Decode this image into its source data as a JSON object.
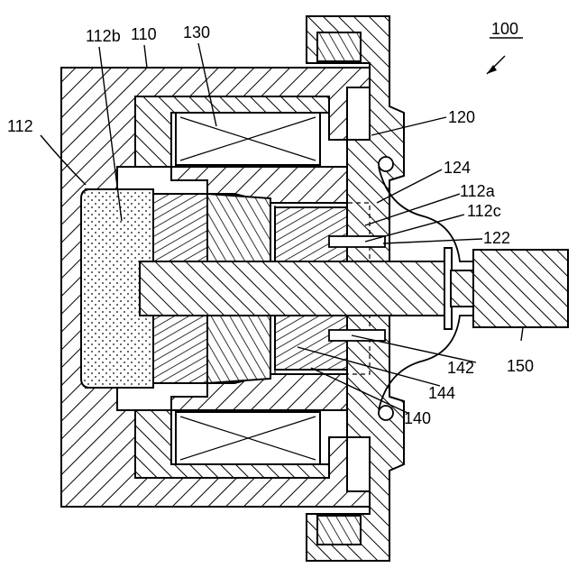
{
  "figure": {
    "reference_numerals": {
      "assembly": "100",
      "housing": "110",
      "core_chamber": "112",
      "core_chamber_b": "112b",
      "core_chamber_a": "112a",
      "core_chamber_c": "112c",
      "shell": "120",
      "diaphragm_ring": "124",
      "rod_guide": "122",
      "coil": "130",
      "plunger": "140",
      "plunger_sleeve": "142",
      "plunger_slot": "144",
      "output_shaft": "150"
    }
  }
}
